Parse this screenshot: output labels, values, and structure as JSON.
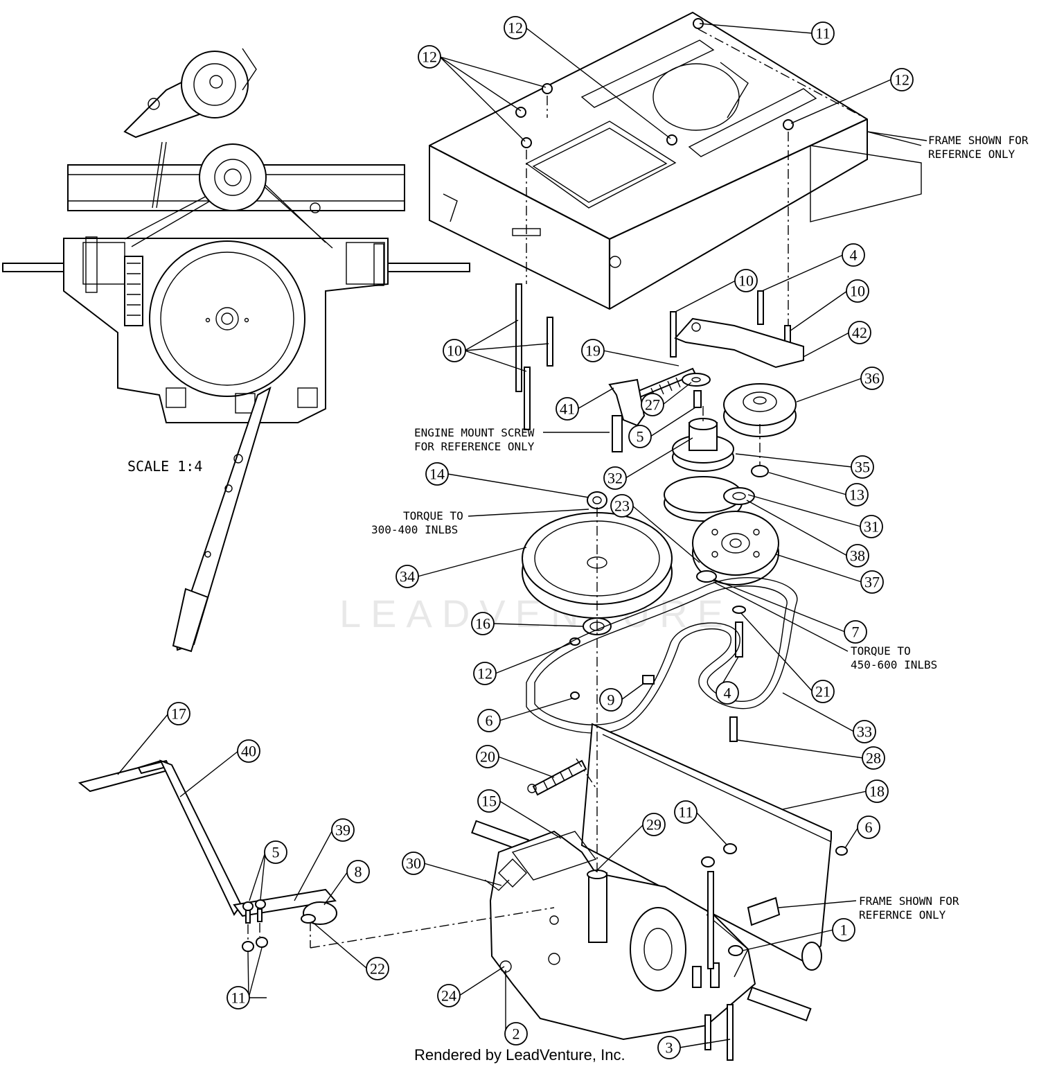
{
  "scale_label": "SCALE 1:4",
  "notes": {
    "frame_ref_top_1": "FRAME SHOWN FOR",
    "frame_ref_top_2": "REFERNCE ONLY",
    "engine_mount_1": "ENGINE MOUNT SCREW",
    "engine_mount_2": "FOR REFERENCE ONLY",
    "torque_pulley_1": "TORQUE TO",
    "torque_pulley_2": "300-400 INLBS",
    "torque_idler_1": "TORQUE TO",
    "torque_idler_2": "450-600 INLBS",
    "frame_ref_bottom_1": "FRAME SHOWN FOR",
    "frame_ref_bottom_2": "REFERNCE ONLY"
  },
  "callouts": {
    "c12a": "12",
    "c11a": "11",
    "c12b": "12",
    "c12c": "12",
    "c4a": "4",
    "c10a": "10",
    "c10b": "10",
    "c10c": "10",
    "c42": "42",
    "c19": "19",
    "c36": "36",
    "c41": "41",
    "c27": "27",
    "c5a": "5",
    "c35": "35",
    "c13": "13",
    "c32": "32",
    "c14": "14",
    "c23": "23",
    "c31": "31",
    "c38": "38",
    "c34": "34",
    "c37": "37",
    "c16": "16",
    "c7": "7",
    "c12d": "12",
    "c21": "21",
    "c9": "9",
    "c4b": "4",
    "c6a": "6",
    "c33": "33",
    "c28": "28",
    "c20": "20",
    "c17": "17",
    "c40": "40",
    "c18": "18",
    "c15": "15",
    "c11b": "11",
    "c29": "29",
    "c6b": "6",
    "c39": "39",
    "c5b": "5",
    "c8": "8",
    "c30": "30",
    "c1": "1",
    "c22": "22",
    "c11c": "11",
    "c24": "24",
    "c2": "2",
    "c3": "3"
  },
  "watermark": "LEADVENTURE",
  "footer": "Rendered by LeadVenture, Inc."
}
